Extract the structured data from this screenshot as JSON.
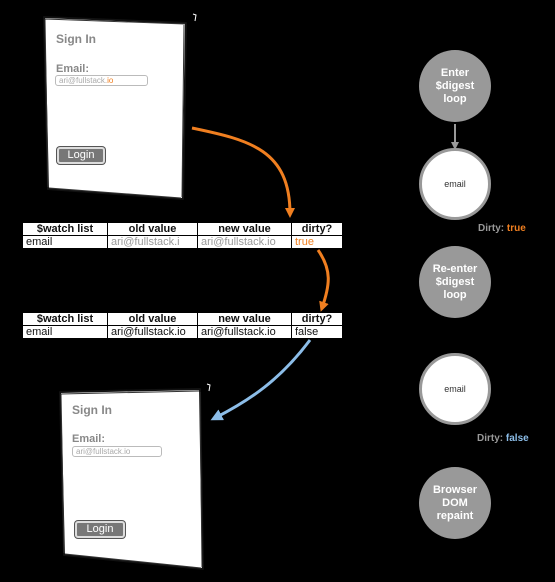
{
  "colors": {
    "orange": "#f07f20",
    "blue": "#8cbde8",
    "grey": "#999999",
    "white": "#ffffff"
  },
  "form_top": {
    "title": "Sign In",
    "email_label": "Email:",
    "email_value_prefix": "ari@fullstack.",
    "email_value_suffix": "io",
    "login_label": "Login"
  },
  "form_bottom": {
    "title": "Sign In",
    "email_label": "Email:",
    "email_value": "ari@fullstack.io",
    "login_label": "Login"
  },
  "table1": {
    "headers": [
      "$watch list",
      "old value",
      "new value",
      "dirty?"
    ],
    "row": [
      "email",
      "ari@fullstack.i",
      "ari@fullstack.io",
      "true"
    ]
  },
  "table2": {
    "headers": [
      "$watch list",
      "old value",
      "new value",
      "dirty?"
    ],
    "row": [
      "email",
      "ari@fullstack.io",
      "ari@fullstack.io",
      "false"
    ]
  },
  "flow": {
    "step1": [
      "Enter",
      "$digest",
      "loop"
    ],
    "step2": "email",
    "dirty1_label": "Dirty:",
    "dirty1_value": "true",
    "step3": [
      "Re-enter",
      "$digest",
      "loop"
    ],
    "step4": "email",
    "dirty2_label": "Dirty:",
    "dirty2_value": "false",
    "step5": [
      "Browser",
      "DOM",
      "repaint"
    ]
  }
}
